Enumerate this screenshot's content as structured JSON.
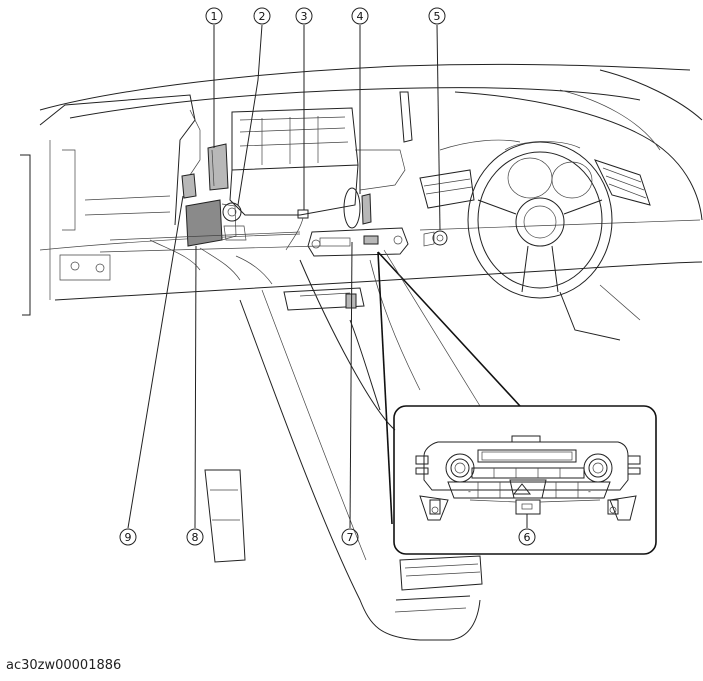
{
  "image_code": "ac30zw00001886",
  "callouts": [
    {
      "number": "1"
    },
    {
      "number": "2"
    },
    {
      "number": "3"
    },
    {
      "number": "4"
    },
    {
      "number": "5"
    },
    {
      "number": "6"
    },
    {
      "number": "7"
    },
    {
      "number": "8"
    },
    {
      "number": "9"
    }
  ]
}
